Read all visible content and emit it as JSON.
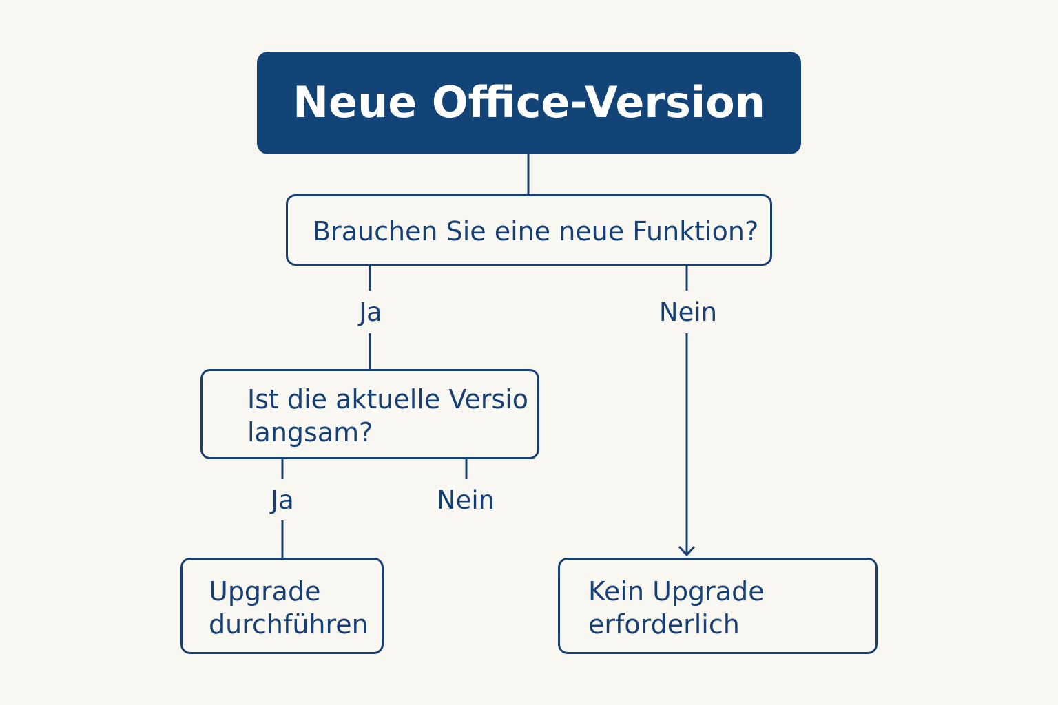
{
  "diagram": {
    "root": {
      "title": "Neue Office-Version"
    },
    "question1": {
      "text": "Brauchen Sie eine neue Funktion?"
    },
    "question2": {
      "line1": "Ist die aktuelle Versio",
      "line2": "langsam?"
    },
    "outcome_upgrade": {
      "line1": "Upgrade",
      "line2": "durchführen"
    },
    "outcome_no_upgrade": {
      "line1": "Kein Upgrade",
      "line2": "erforderlich"
    },
    "edges": {
      "q1_yes": "Ja",
      "q1_no": "Nein",
      "q2_yes": "Ja",
      "q2_no": "Nein"
    },
    "colors": {
      "primary": "#134478",
      "stroke": "#163f75",
      "background": "#f9f7f2"
    }
  }
}
